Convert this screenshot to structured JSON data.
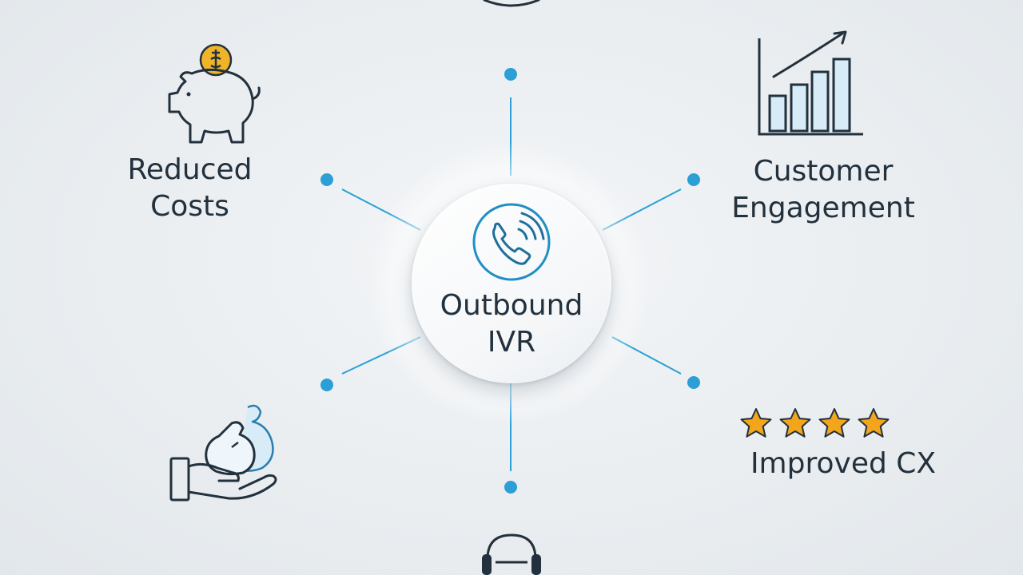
{
  "center": {
    "title_line1": "Outbound",
    "title_line2": "IVR",
    "icon": "phone-ringing-icon"
  },
  "benefits": [
    {
      "id": "reduced-costs",
      "line1": "Reduced",
      "line2": "Costs",
      "icon": "piggy-bank-icon"
    },
    {
      "id": "customer-engagement",
      "line1": "Customer",
      "line2": "Engagement",
      "icon": "growth-chart-icon"
    },
    {
      "id": "improved-cx",
      "line1": "Improved CX",
      "icon": "star-rating-icon",
      "rating": 4
    },
    {
      "id": "revenue",
      "icon": "hand-money-bag-icon"
    }
  ],
  "partial_icons": [
    "top-partial-icon",
    "headset-agent-icon"
  ],
  "colors": {
    "accent": "#2b9fd6",
    "ink": "#22313d",
    "coin": "#f0b429",
    "star": "#f3a51c",
    "bar_fill": "#d7ecf7"
  }
}
